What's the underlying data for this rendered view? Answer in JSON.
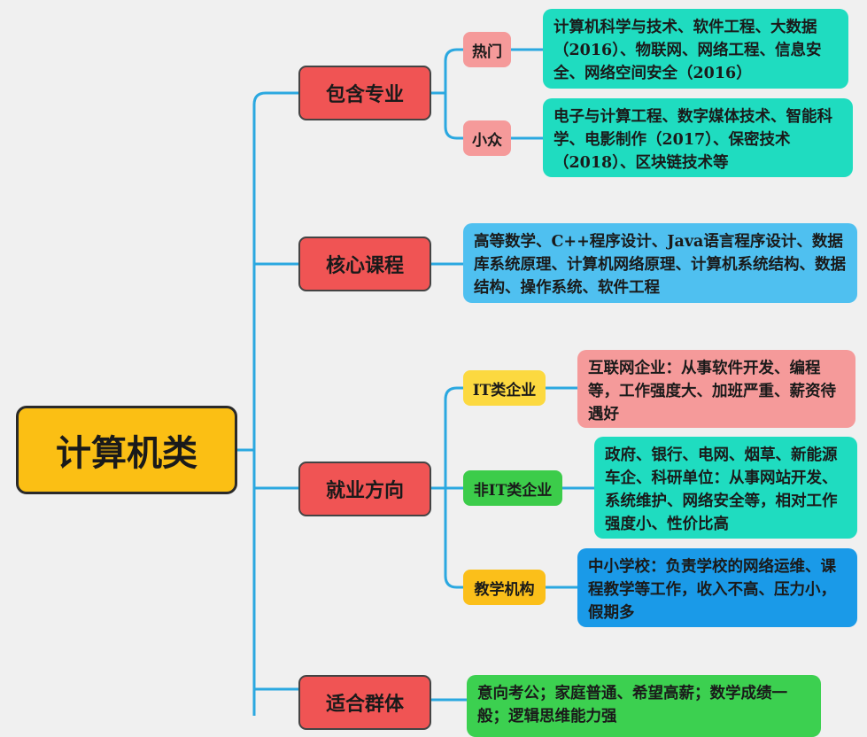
{
  "root": {
    "label": "计算机类"
  },
  "branches": {
    "majors": {
      "label": "包含专业",
      "popular": {
        "label": "热门",
        "detail": "计算机科学与技术、软件工程、大数据（2016）、物联网、网络工程、信息安全、网络空间安全（2016）"
      },
      "niche": {
        "label": "小众",
        "detail": "电子与计算工程、数字媒体技术、智能科学、电影制作（2017）、保密技术（2018）、区块链技术等"
      }
    },
    "courses": {
      "label": "核心课程",
      "detail": "高等数学、C++程序设计、Java语言程序设计、数据库系统原理、计算机网络原理、计算机系统结构、数据结构、操作系统、软件工程"
    },
    "careers": {
      "label": "就业方向",
      "it": {
        "label": "IT类企业",
        "detail": "互联网企业：从事软件开发、编程等，工作强度大、加班严重、薪资待遇好"
      },
      "non_it": {
        "label": "非IT类企业",
        "detail": "政府、银行、电网、烟草、新能源车企、科研单位：从事网站开发、系统维护、网络安全等，相对工作强度小、性价比高"
      },
      "education": {
        "label": "教学机构",
        "detail": "中小学校：负责学校的网络运维、课程教学等工作，收入不高、压力小，假期多"
      }
    },
    "audience": {
      "label": "适合群体",
      "detail": "意向考公；家庭普通、希望高薪；数学成绩一般；逻辑思维能力强"
    }
  },
  "colors": {
    "connector": "#2ba8e0",
    "root": "#fbbf14",
    "level1": "#f05454"
  }
}
